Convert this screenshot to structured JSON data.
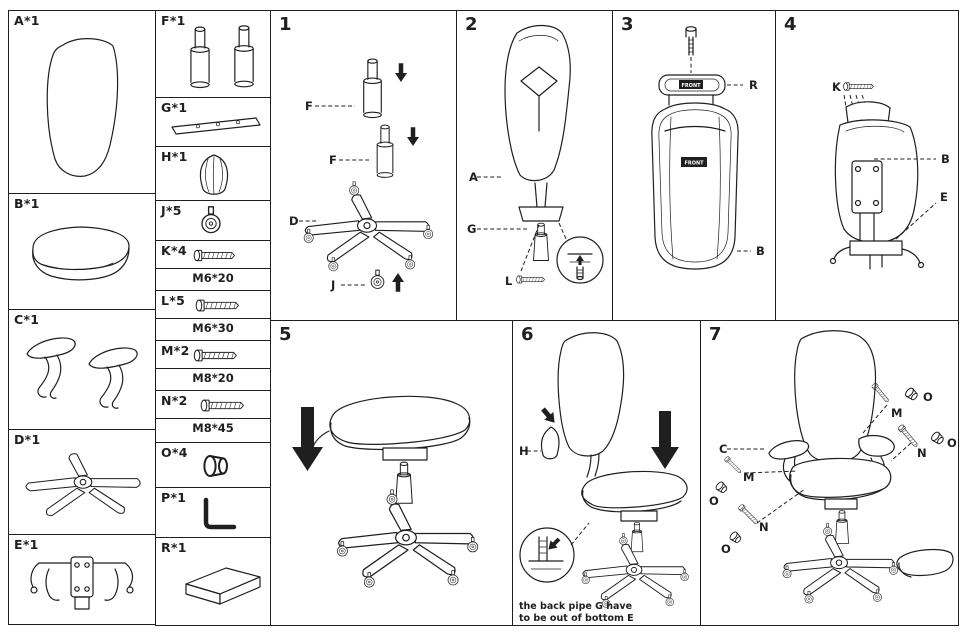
{
  "sheet": {
    "kind": "Office chair assembly instruction diagram",
    "ink_color": "#1f1f1f",
    "paper_color": "#ffffff"
  },
  "parts1": [
    {
      "label": "A*1"
    },
    {
      "label": "B*1"
    },
    {
      "label": "C*1"
    },
    {
      "label": "D*1"
    },
    {
      "label": "E*1"
    }
  ],
  "parts2": [
    {
      "label": "F*1"
    },
    {
      "label": "G*1"
    },
    {
      "label": "H*1"
    },
    {
      "label": "J*5"
    },
    {
      "label": "K*4",
      "size": "M6*20"
    },
    {
      "label": "L*5",
      "size": "M6*30"
    },
    {
      "label": "M*2",
      "size": "M8*20"
    },
    {
      "label": "N*2",
      "size": "M8*45"
    },
    {
      "label": "O*4"
    },
    {
      "label": "P*1"
    },
    {
      "label": "R*1"
    }
  ],
  "steps": {
    "s1": {
      "num": "1",
      "fTop": "F",
      "fBottom": "F",
      "d": "D",
      "j": "J"
    },
    "s2": {
      "num": "2",
      "a": "A",
      "g": "G",
      "l": "L"
    },
    "s3": {
      "num": "3",
      "r": "R",
      "b": "B",
      "frontTop": "FRONT",
      "frontMain": "FRONT"
    },
    "s4": {
      "num": "4",
      "k": "K",
      "b": "B",
      "e": "E"
    },
    "s5": {
      "num": "5"
    },
    "s6": {
      "num": "6",
      "h": "H",
      "note1": "the back pipe G have",
      "note2": "to be out of bottom E"
    },
    "s7": {
      "num": "7",
      "c": "C",
      "mRight": "M",
      "oTopRight": "O",
      "nRight": "N",
      "oRight": "O",
      "mLeft": "M",
      "oLeft": "O",
      "nLeft": "N",
      "oBottomLeft": "O"
    }
  }
}
